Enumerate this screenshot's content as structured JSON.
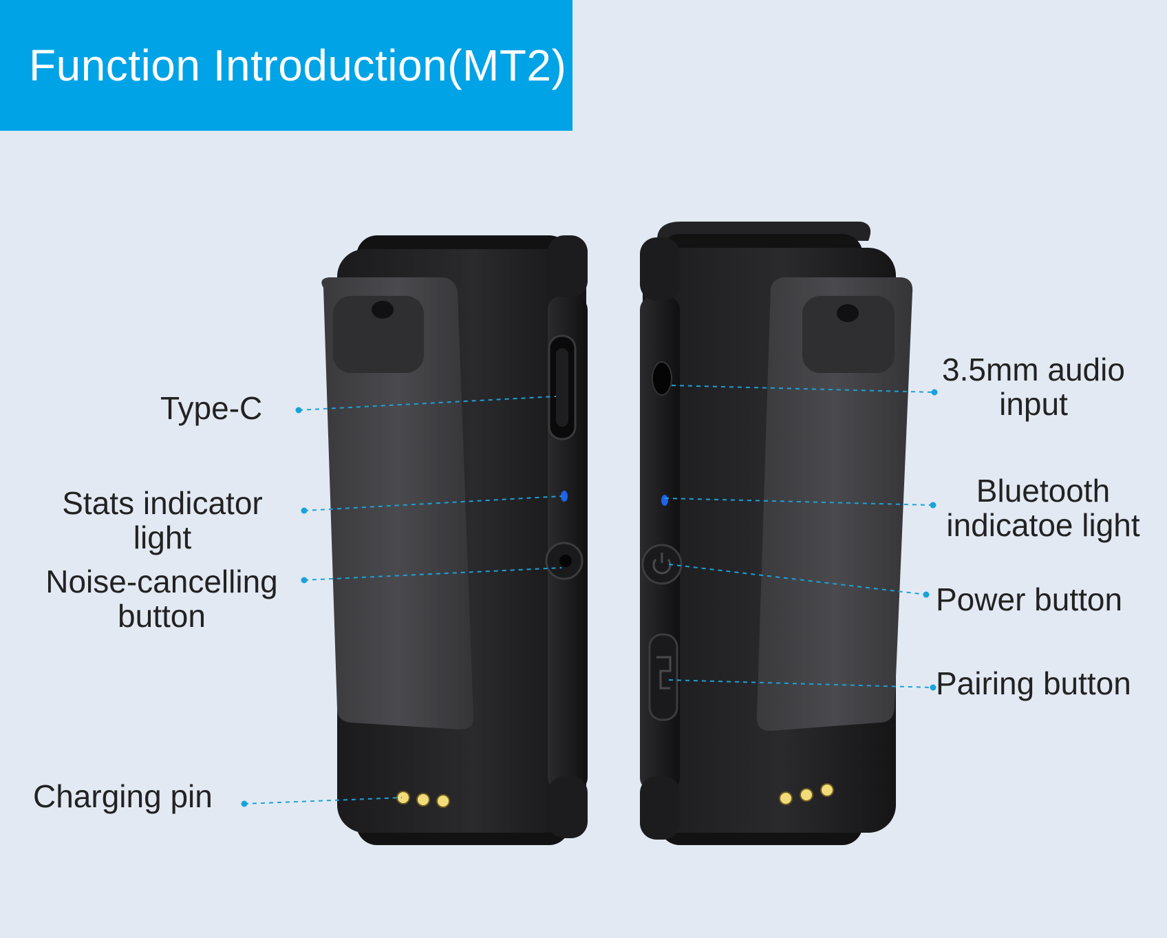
{
  "header": {
    "title": "Function Introduction(MT2)"
  },
  "colors": {
    "banner": "#00a3e6",
    "background": "#e2e9f3",
    "leader_line": "#1aa2db",
    "indicator_led": "#1e63e8",
    "charging_pin": "#f2dc7a"
  },
  "callouts": {
    "type_c": "Type-C",
    "stats_light_line1": "Stats indicator",
    "stats_light_line2": "light",
    "noise_btn_line1": "Noise-cancelling",
    "noise_btn_line2": "button",
    "charging_pin": "Charging pin",
    "audio_in_line1": "3.5mm audio",
    "audio_in_line2": "input",
    "bt_light_line1": "Bluetooth",
    "bt_light_line2": "indicatoe light",
    "power_btn": "Power button",
    "pairing_btn": "Pairing button"
  }
}
